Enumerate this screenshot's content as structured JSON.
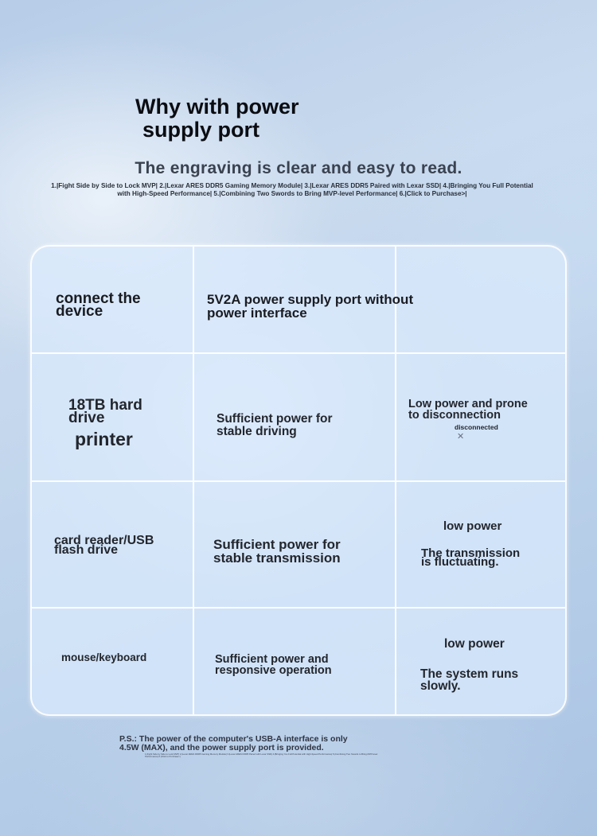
{
  "title": {
    "line1": "Why with power",
    "line2": "supply port"
  },
  "subtitle": "The engraving is clear and easy to read.",
  "nav_text": "1.|Fight Side by Side to Lock MVP| 2.|Lexar ARES DDR5 Gaming Memory Module| 3.|Lexar ARES DDR5 Paired with Lexar SSD| 4.|Bringing You Full Potential with High-Speed Performance| 5.|Combining Two Swords to Bring MVP-level Performance| 6.|Click to Purchase>|",
  "table": {
    "header": {
      "col1": "connect the\n device",
      "col2": "5V2A power supply port without\n power interface",
      "col3": ""
    },
    "rows": [
      {
        "device": "18TB hard\n drive",
        "device_extra": "printer",
        "with_port": "Sufficient power for\n stable driving",
        "without_port": "Low power and prone\n to disconnection",
        "without_port_note": "disconnected"
      },
      {
        "device": "card reader/USB\n flash drive",
        "with_port": "Sufficient power for\n stable transmission",
        "without_port_head": "low power",
        "without_port": "The transmission\n is fluctuating."
      },
      {
        "device": "mouse/keyboard",
        "with_port": "Sufficient power and\n responsive operation",
        "without_port_head": "low power",
        "without_port": "The system runs\n slowly."
      }
    ]
  },
  "footer": {
    "ps": "P.S.: The power of the computer's USB-A interface is only\n 4.5W (MAX), and the power supply port is provided.",
    "fine_print": "1.|Fight Side by Side to Lock MVP| 2.|Lexar ARES DDR5 Gaming Memory Module| 3.|Lexar ARES DDR5 Paired with Lexar SSD| 4.|Bringing You Full Potential with High-Speed Performance| 5.|Combining Two Swords to Bring MVP-level Performance| 6.|Click to Purchase>|"
  }
}
